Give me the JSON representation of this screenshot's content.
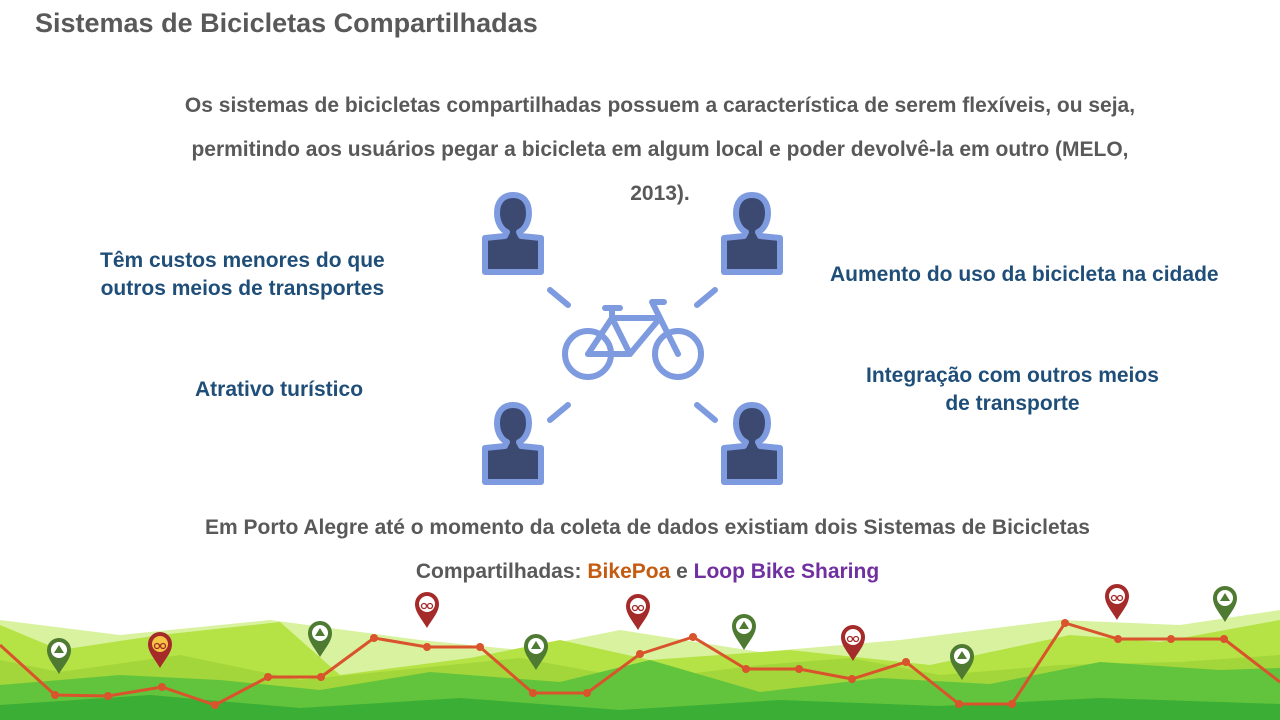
{
  "slide": {
    "title": "Sistemas de Bicicletas Compartilhadas",
    "intro_line1": "Os sistemas de bicicletas compartilhadas possuem a característica de serem flexíveis, ou seja,",
    "intro_line2": "permitindo aos usuários pegar a bicicleta em algum local e poder devolvê-la em outro (MELO,",
    "intro_line3": "2013)."
  },
  "benefits": {
    "top_left_line1": "Têm custos menores do que",
    "top_left_line2": "outros meios de transportes",
    "bottom_left": "Atrativo turístico",
    "top_right": "Aumento do uso da bicicleta na cidade",
    "bottom_right_line1": "Integração com outros meios",
    "bottom_right_line2": "de transporte"
  },
  "closing": {
    "line1": "Em Porto Alegre até o momento da coleta de dados existiam dois Sistemas de Bicicletas",
    "line2_prefix": "Compartilhadas:",
    "system1": "BikePoa",
    "conjunction": "e",
    "system2": "Loop Bike Sharing"
  },
  "icons": {
    "center": "bicycle-icon",
    "users": "person-icon",
    "markers": [
      "tree-marker-icon",
      "bike-marker-icon"
    ]
  },
  "colors": {
    "title_text": "#595959",
    "benefit_text": "#1f4e79",
    "bikepoa": "#c55a11",
    "loop": "#7030a0",
    "icon_fill": "#3c4a72",
    "icon_outline": "#7e9be0",
    "route_line": "#d9532c",
    "bike_marker": "#a52b2b",
    "tree_marker": "#4e7a32"
  }
}
